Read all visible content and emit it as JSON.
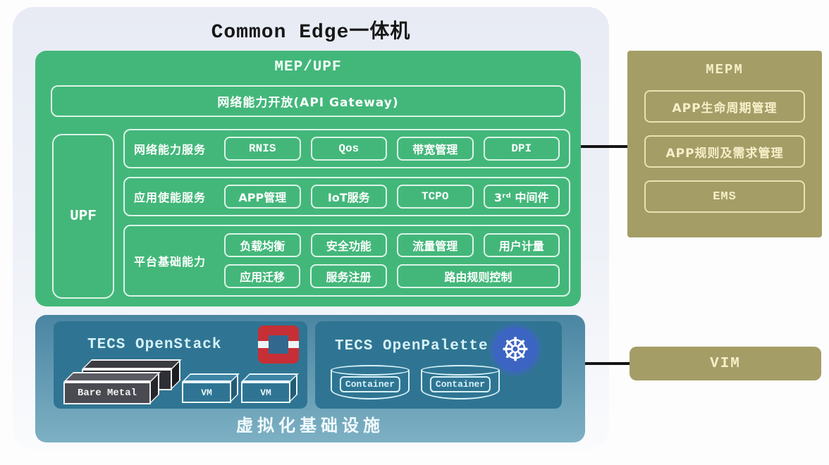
{
  "page": {
    "title": "Common Edge一体机"
  },
  "mep": {
    "title": "MEP/UPF",
    "api_gateway": "网络能力开放(API Gateway)",
    "upf": "UPF",
    "rows": [
      {
        "label": "网络能力服务",
        "buttons": [
          "RNIS",
          "Qos",
          "带宽管理",
          "DPI"
        ]
      },
      {
        "label": "应用使能服务",
        "buttons": [
          "APP管理",
          "IoT服务",
          "TCPO",
          "3ʳᵈ 中间件"
        ]
      },
      {
        "label": "平台基础能力",
        "buttons_line1": [
          "负载均衡",
          "安全功能",
          "流量管理",
          "用户计量"
        ],
        "buttons_line2": [
          "应用迁移",
          "服务注册",
          "路由规则控制"
        ]
      }
    ]
  },
  "infra": {
    "left_title": "TECS OpenStack",
    "right_title": "TECS OpenPalette",
    "bare_metal_label": "Bare Metal",
    "vm1_label": "VM",
    "vm2_label": "VM",
    "container1_label": "Container",
    "container2_label": "Container",
    "caption": "虚拟化基础设施",
    "openstack_icon": "openstack-logo",
    "kubernetes_icon": "kubernetes-wheel",
    "kubernetes_glyph": "☸"
  },
  "mepm": {
    "title": "MEPM",
    "items": [
      "APP生命周期管理",
      "APP规则及需求管理",
      "EMS"
    ]
  },
  "vim": {
    "label": "VIM"
  },
  "colors": {
    "green": "#43b77a",
    "mint_border": "#dbf4e7",
    "teal_outer_top": "#4a85a2",
    "teal_outer_bottom": "#7db0c3",
    "teal_panel": "#2f7593",
    "khaki": "#a49d66",
    "cream_text": "#f6efca",
    "openstack_red": "#c62f35",
    "kubernetes_blue": "#3c64c2",
    "connector_black": "#141414"
  }
}
